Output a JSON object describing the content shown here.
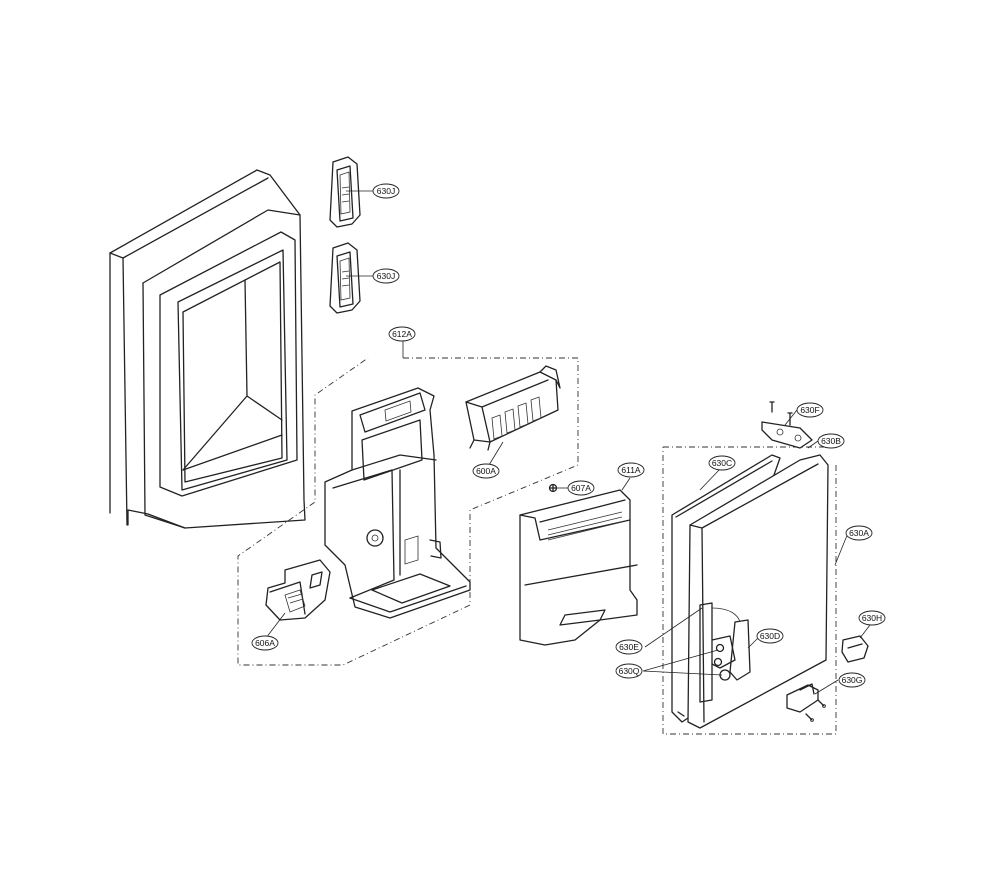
{
  "callouts": {
    "630J_top": "630J",
    "630J_bottom": "630J",
    "612A": "612A",
    "600A": "600A",
    "607A": "607A",
    "611A": "611A",
    "606A": "606A",
    "630F": "630F",
    "630B": "630B",
    "630C": "630C",
    "630A": "630A",
    "630H": "630H",
    "630D": "630D",
    "630E": "630E",
    "630Q": "630Q",
    "630G": "630G"
  }
}
